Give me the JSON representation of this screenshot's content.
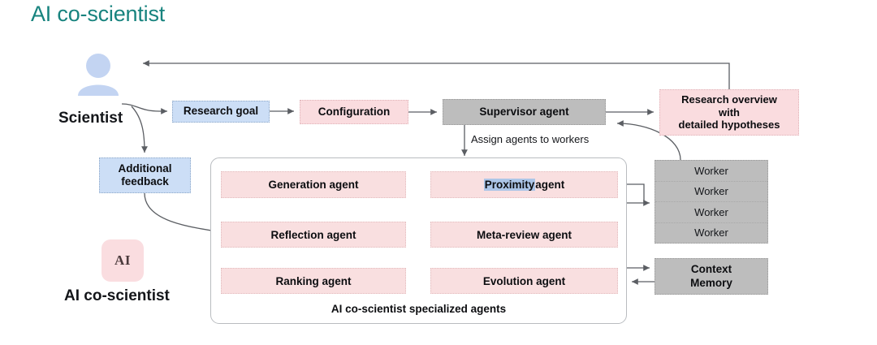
{
  "page": {
    "title": "AI co-scientist",
    "title_color": "#17837e",
    "background": "#ffffff"
  },
  "actors": {
    "scientist": {
      "label": "Scientist",
      "avatar_icon": "user-avatar-icon",
      "avatar_color": "#c3d4f2"
    },
    "ai_coscientist": {
      "label": "AI co-scientist",
      "logo_text": "AI",
      "logo_color": "#fadde0"
    }
  },
  "nodes": {
    "research_goal": {
      "label": "Research goal",
      "fill": "#ccdef6"
    },
    "additional_feedback": {
      "label": "Additional\nfeedback",
      "line1": "Additional",
      "line2": "feedback",
      "fill": "#ccdef6"
    },
    "configuration": {
      "label": "Configuration",
      "fill": "#fadcdf"
    },
    "supervisor_agent": {
      "label": "Supervisor agent",
      "fill": "#bdbdbd"
    },
    "research_overview": {
      "line1": "Research overview",
      "line2": "with",
      "line3": "detailed hypotheses",
      "fill": "#fadcdf"
    },
    "context_memory": {
      "line1": "Context",
      "line2": "Memory",
      "fill": "#bdbdbd"
    }
  },
  "workers": {
    "fill": "#bdbdbd",
    "rows": [
      {
        "label": "Worker"
      },
      {
        "label": "Worker"
      },
      {
        "label": "Worker"
      },
      {
        "label": "Worker"
      }
    ]
  },
  "agents_panel": {
    "caption": "AI co-scientist specialized agents",
    "cell_fill": "#f9dfe0",
    "arrow_color": "#c43b4a",
    "cells": [
      {
        "id": "generation",
        "label": "Generation agent",
        "column": "left",
        "row": 1,
        "highlight": ""
      },
      {
        "id": "proximity",
        "label": " agent",
        "column": "right",
        "row": 1,
        "highlight": "Proximity"
      },
      {
        "id": "reflection",
        "label": "Reflection agent",
        "column": "left",
        "row": 2,
        "highlight": ""
      },
      {
        "id": "meta_review",
        "label": "Meta-review agent",
        "column": "right",
        "row": 2,
        "highlight": ""
      },
      {
        "id": "ranking",
        "label": "Ranking agent",
        "column": "left",
        "row": 3,
        "highlight": ""
      },
      {
        "id": "evolution",
        "label": "Evolution agent",
        "column": "right",
        "row": 3,
        "highlight": ""
      }
    ]
  },
  "edge_labels": {
    "assign_agents": "Assign agents to workers"
  },
  "colors": {
    "gray_wire": "#5b5e63",
    "red_wire": "#c43b4a",
    "title_teal": "#17837e",
    "selection_blue": "#adc6e8"
  }
}
